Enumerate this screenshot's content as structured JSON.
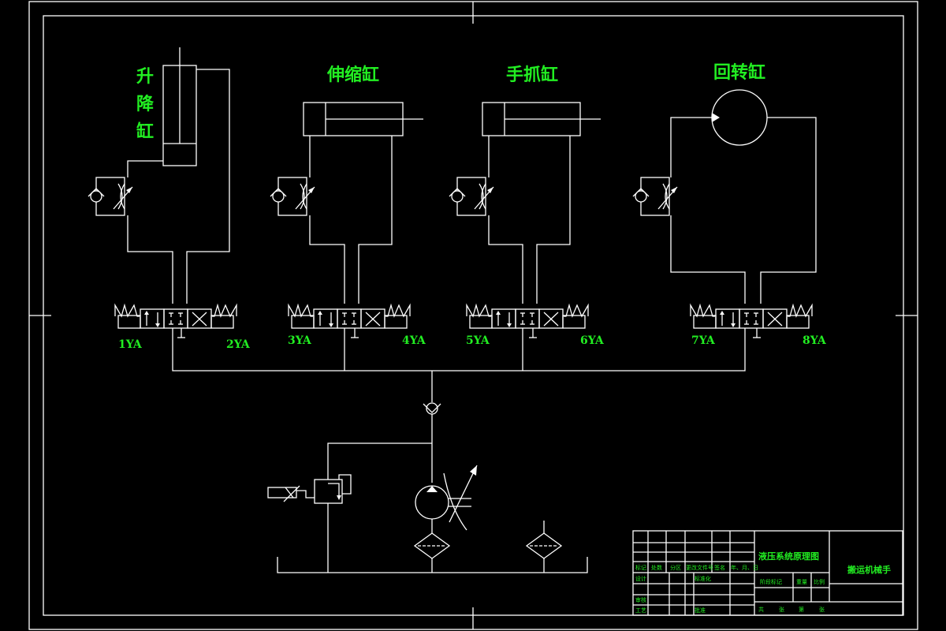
{
  "cylinders": {
    "lift": "升降缸",
    "telescopic": "伸缩缸",
    "gripper": "手抓缸",
    "rotary": "回转缸"
  },
  "solenoids": [
    "1YA",
    "2YA",
    "3YA",
    "4YA",
    "5YA",
    "6YA",
    "7YA",
    "8YA"
  ],
  "title_block": {
    "drawing_title": "液压系统原理图",
    "product": "搬运机械手",
    "col_labels": [
      "标记",
      "处数",
      "分区",
      "更改文件号",
      "签名",
      "年、月、日"
    ],
    "rows": [
      "设计",
      "审核",
      "工艺"
    ],
    "standard": "标准化",
    "approve": "批准",
    "stage_mark": "阶段标记",
    "weight": "重量",
    "scale": "比例",
    "sheets": [
      "共",
      "张",
      "第",
      "张"
    ]
  }
}
